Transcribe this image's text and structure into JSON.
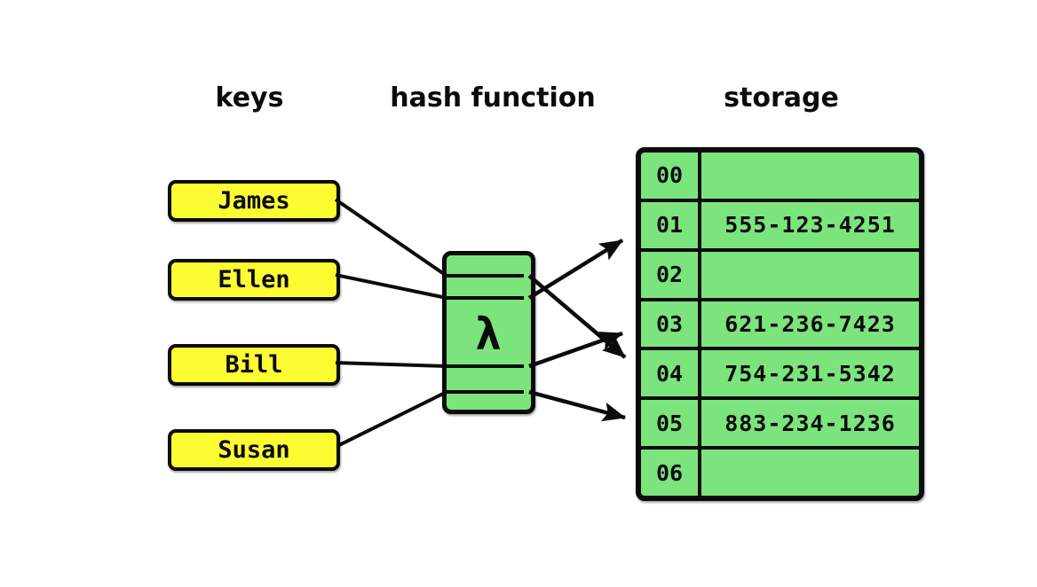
{
  "headers": {
    "keys": "keys",
    "hash_function": "hash function",
    "storage": "storage"
  },
  "keys": {
    "items": [
      "James",
      "Ellen",
      "Bill",
      "Susan"
    ]
  },
  "hash_function": {
    "symbol": "λ"
  },
  "storage": {
    "rows": [
      {
        "index": "00",
        "value": ""
      },
      {
        "index": "01",
        "value": "555-123-4251"
      },
      {
        "index": "02",
        "value": ""
      },
      {
        "index": "03",
        "value": "621-236-7423"
      },
      {
        "index": "04",
        "value": "754-231-5342"
      },
      {
        "index": "05",
        "value": "883-234-1236"
      },
      {
        "index": "06",
        "value": ""
      }
    ]
  },
  "mappings": [
    {
      "key": "James",
      "slot": "04"
    },
    {
      "key": "Ellen",
      "slot": "01"
    },
    {
      "key": "Bill",
      "slot": "03"
    },
    {
      "key": "Susan",
      "slot": "05"
    }
  ],
  "colors": {
    "key_fill": "#fcfc32",
    "node_fill": "#7ce47c",
    "stroke": "#0b0b0b",
    "background": "#ffffff"
  }
}
